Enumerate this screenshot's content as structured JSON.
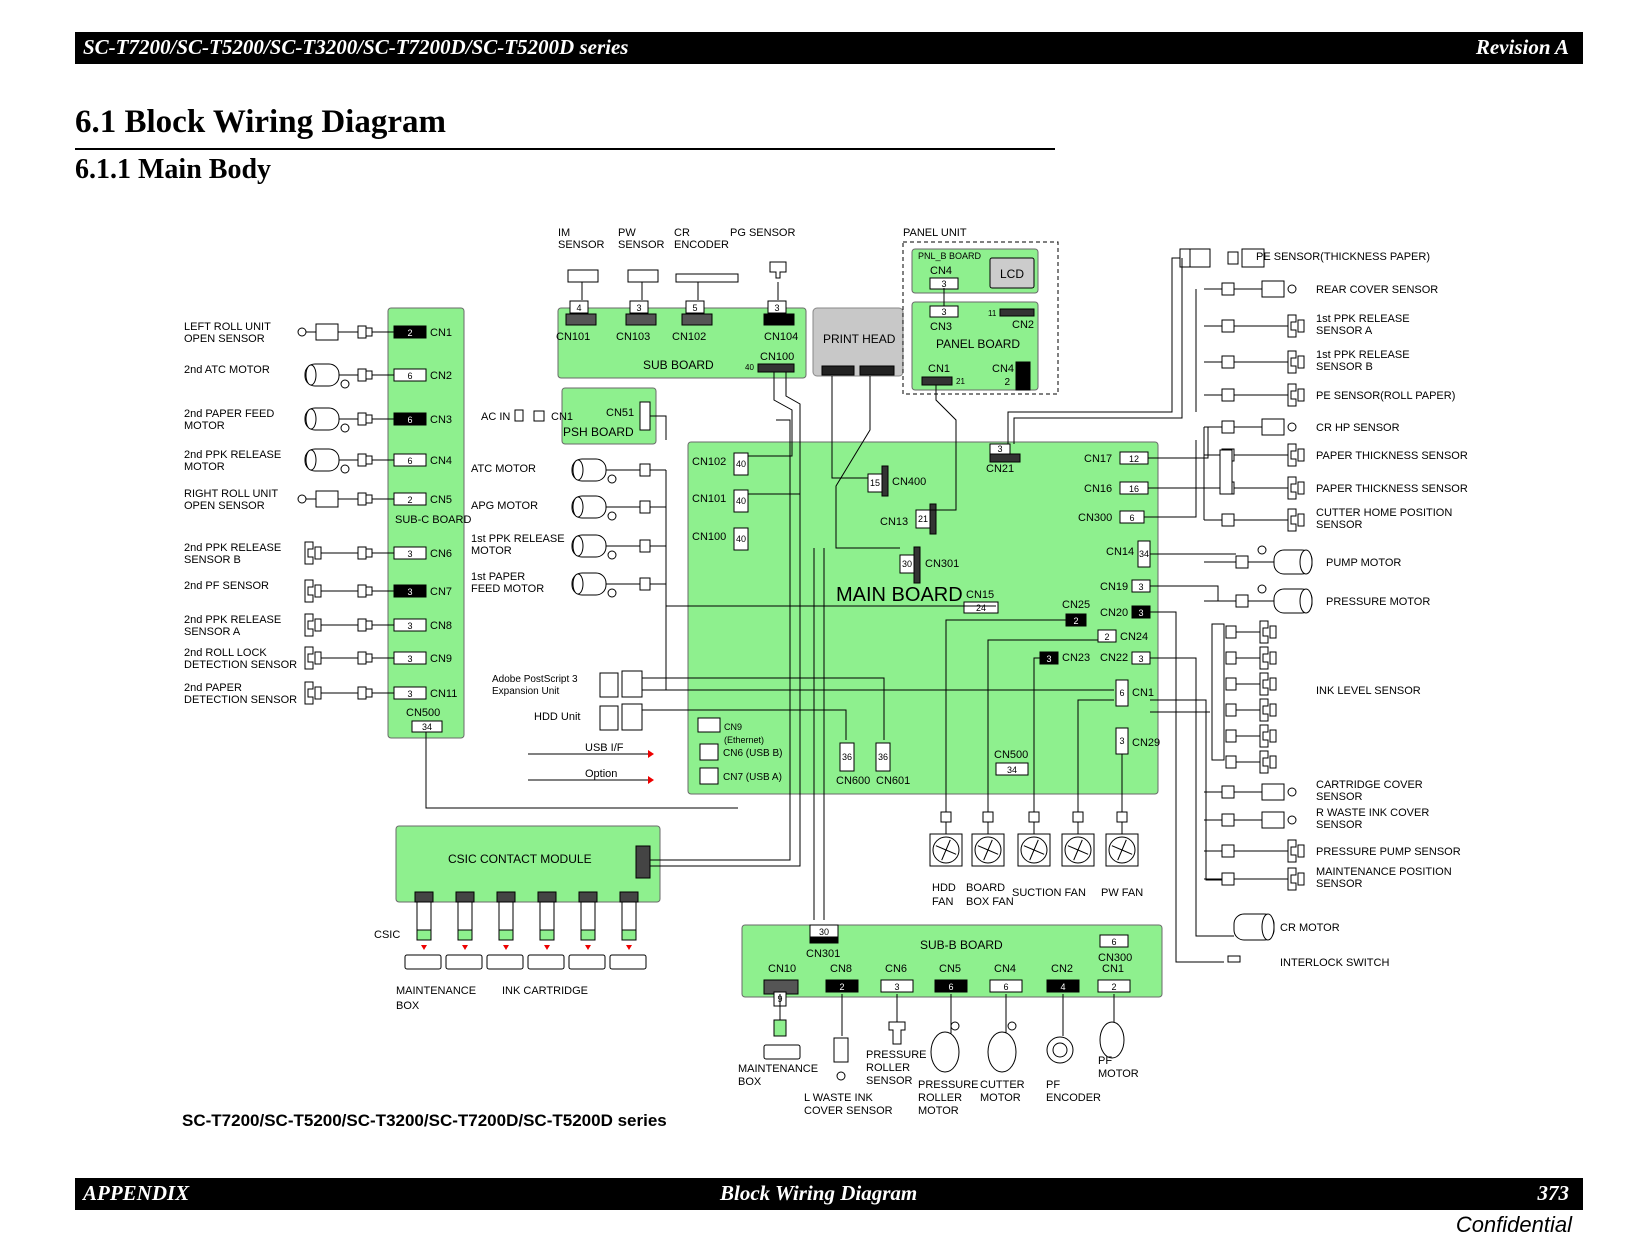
{
  "header": {
    "left": "SC-T7200/SC-T5200/SC-T3200/SC-T7200D/SC-T5200D series",
    "right": "Revision A"
  },
  "title": "6.1  Block Wiring Diagram",
  "subtitle": "6.1.1  Main Body",
  "caption": "SC-T7200/SC-T5200/SC-T3200/SC-T7200D/SC-T5200D series",
  "footer": {
    "left": "APPENDIX",
    "center": "Block Wiring Diagram",
    "page": "373",
    "confidential": "Confidential"
  },
  "colors": {
    "board_fill": "#8ef08e",
    "black_pin": "#000000",
    "print_head_fill": "#c8c8c8"
  },
  "boards": {
    "sub_c": "SUB-C BOARD",
    "sub": "SUB BOARD",
    "psh": "PSH BOARD",
    "print_head": "PRINT HEAD",
    "panel_unit": "PANEL UNIT",
    "pnl_b": "PNL_B BOARD",
    "lcd": "LCD",
    "panel_board": "PANEL BOARD",
    "main": "MAIN BOARD",
    "csic_module": "CSIC CONTACT MODULE",
    "sub_b": "SUB-B BOARD"
  },
  "sub_c_connectors": [
    {
      "cn": "CN1",
      "pins": "2",
      "black": true,
      "label1": "LEFT ROLL UNIT",
      "label2": "OPEN SENSOR",
      "kind": "sensor"
    },
    {
      "cn": "CN2",
      "pins": "6",
      "black": false,
      "label1": "2nd ATC MOTOR",
      "label2": "",
      "kind": "motor"
    },
    {
      "cn": "CN3",
      "pins": "6",
      "black": true,
      "label1": "2nd PAPER FEED",
      "label2": "MOTOR",
      "kind": "motor"
    },
    {
      "cn": "CN4",
      "pins": "6",
      "black": false,
      "label1": "2nd PPK RELEASE",
      "label2": "MOTOR",
      "kind": "motor"
    },
    {
      "cn": "CN5",
      "pins": "2",
      "black": false,
      "label1": "RIGHT ROLL UNIT",
      "label2": "OPEN SENSOR",
      "kind": "sensor"
    },
    {
      "cn": "CN6",
      "pins": "3",
      "black": false,
      "label1": "2nd PPK RELEASE",
      "label2": "SENSOR B",
      "kind": "photo"
    },
    {
      "cn": "CN7",
      "pins": "3",
      "black": true,
      "label1": "2nd PF SENSOR",
      "label2": "",
      "kind": "photo"
    },
    {
      "cn": "CN8",
      "pins": "3",
      "black": false,
      "label1": "2nd PPK RELEASE",
      "label2": "SENSOR A",
      "kind": "photo"
    },
    {
      "cn": "CN9",
      "pins": "3",
      "black": false,
      "label1": "2nd ROLL LOCK",
      "label2": "DETECTION SENSOR",
      "kind": "photo"
    },
    {
      "cn": "CN11",
      "pins": "3",
      "black": false,
      "label1": "2nd PAPER",
      "label2": "DETECTION SENSOR",
      "kind": "photo"
    }
  ],
  "sub_c_cn500": {
    "cn": "CN500",
    "pins": "34"
  },
  "sub_board": {
    "sensors": [
      {
        "label1": "IM",
        "label2": "SENSOR"
      },
      {
        "label1": "PW",
        "label2": "SENSOR"
      },
      {
        "label1": "CR",
        "label2": "ENCODER"
      },
      {
        "label1": "PG SENSOR",
        "label2": ""
      }
    ],
    "connectors": [
      {
        "cn": "CN101",
        "pins": "4",
        "black": false
      },
      {
        "cn": "CN103",
        "pins": "3",
        "black": false
      },
      {
        "cn": "CN102",
        "pins": "5",
        "black": false
      },
      {
        "cn": "CN104",
        "pins": "3",
        "black": true
      }
    ],
    "cn100": {
      "cn": "CN100",
      "pins": "40"
    }
  },
  "psh": {
    "ac_in": "AC IN",
    "cn1": "CN1",
    "cn51": "CN51"
  },
  "panel": {
    "pnl_cn4": "CN4",
    "pnl_cn4_pins": "3",
    "cn3": "CN3",
    "cn3_pins": "3",
    "cn2": "CN2",
    "cn2_pins": "11",
    "cn1": "CN1",
    "cn1_pins": "21",
    "cn4": "CN4",
    "cn4_pins": "2"
  },
  "main_motors": [
    {
      "label1": "ATC MOTOR",
      "label2": ""
    },
    {
      "label1": "APG MOTOR",
      "label2": ""
    },
    {
      "label1": "1st PPK RELEASE",
      "label2": "MOTOR"
    },
    {
      "label1": "1st PAPER",
      "label2": "FEED MOTOR"
    }
  ],
  "main": {
    "cn102": "CN102",
    "cn102_pins": "40",
    "cn101": "CN101",
    "cn101_pins": "40",
    "cn100": "CN100",
    "cn100_pins": "40",
    "cn400": "CN400",
    "cn400_pins": "15",
    "cn13": "CN13",
    "cn13_pins": "21",
    "cn301": "CN301",
    "cn301_pins": "30",
    "cn15": "CN15",
    "cn15_pins": "24",
    "cn21": "CN21",
    "cn21_pins": "3",
    "cn17": "CN17",
    "cn17_pins": "12",
    "cn16": "CN16",
    "cn16_pins": "16",
    "cn300": "CN300",
    "cn300_pins": "6",
    "cn14": "CN14",
    "cn14_pins": "34",
    "cn19": "CN19",
    "cn19_pins": "3",
    "cn20": "CN20",
    "cn20_pins": "3",
    "cn25": "CN25",
    "cn25_pins": "2",
    "cn24": "CN24",
    "cn24_pins": "2",
    "cn23": "CN23",
    "cn23_pins": "3",
    "cn22": "CN22",
    "cn22_pins": "3",
    "cn1": "CN1",
    "cn1_pins": "6",
    "cn29": "CN29",
    "cn29_pins": "3",
    "cn9": "CN9",
    "cn9_sub": "(Ethernet)",
    "cn6": "CN6 (USB B)",
    "cn7": "CN7 (USB A)",
    "cn600": "CN600",
    "cn600_pins": "36",
    "cn601": "CN601",
    "cn601_pins": "36",
    "cn500": "CN500",
    "cn500_pins": "34",
    "postscript1": "Adobe PostScript 3",
    "postscript2": "Expansion Unit",
    "hdd": "HDD Unit",
    "usb_if": "USB I/F",
    "option": "Option"
  },
  "right_parts": [
    {
      "label1": "PE SENSOR(THICKNESS PAPER)",
      "label2": ""
    },
    {
      "label1": "REAR COVER SENSOR",
      "label2": ""
    },
    {
      "label1": "1st PPK RELEASE",
      "label2": "SENSOR A"
    },
    {
      "label1": "1st PPK RELEASE",
      "label2": "SENSOR B"
    },
    {
      "label1": "PE SENSOR(ROLL PAPER)",
      "label2": ""
    },
    {
      "label1": "CR HP SENSOR",
      "label2": ""
    },
    {
      "label1": "PAPER THICKNESS SENSOR",
      "label2": ""
    },
    {
      "label1": "PAPER THICKNESS SENSOR",
      "label2": ""
    },
    {
      "label1": "CUTTER HOME POSITION",
      "label2": "SENSOR"
    },
    {
      "label1": "PUMP MOTOR",
      "label2": ""
    },
    {
      "label1": "PRESSURE MOTOR",
      "label2": ""
    },
    {
      "label1": "INK LEVEL SENSOR",
      "label2": ""
    },
    {
      "label1": "CARTRIDGE COVER",
      "label2": "SENSOR"
    },
    {
      "label1": "R WASTE INK COVER",
      "label2": "SENSOR"
    },
    {
      "label1": "PRESSURE PUMP SENSOR",
      "label2": ""
    },
    {
      "label1": "MAINTENANCE POSITION",
      "label2": "SENSOR"
    },
    {
      "label1": "CR MOTOR",
      "label2": ""
    },
    {
      "label1": "INTERLOCK SWITCH",
      "label2": ""
    }
  ],
  "fans": [
    {
      "label1": "HDD",
      "label2": "FAN"
    },
    {
      "label1": "BOARD",
      "label2": "BOX FAN"
    },
    {
      "label1": "SUCTION FAN",
      "label2": ""
    },
    {
      "label1": "PW FAN",
      "label2": ""
    }
  ],
  "csic": {
    "csic_label": "CSIC",
    "maint1": "MAINTENANCE",
    "maint2": "BOX",
    "ink": "INK CARTRIDGE"
  },
  "sub_b": {
    "cn301": "CN301",
    "cn301_pins": "30",
    "cn300": "CN300",
    "cn300_pins": "6",
    "connectors": [
      {
        "cn": "CN10",
        "pins": "9",
        "black": false
      },
      {
        "cn": "CN8",
        "pins": "2",
        "black": true
      },
      {
        "cn": "CN6",
        "pins": "3",
        "black": false
      },
      {
        "cn": "CN5",
        "pins": "6",
        "black": true
      },
      {
        "cn": "CN4",
        "pins": "6",
        "black": false
      },
      {
        "cn": "CN2",
        "pins": "4",
        "black": true
      },
      {
        "cn": "CN1",
        "pins": "2",
        "black": false
      }
    ],
    "parts": [
      {
        "lines": [
          "MAINTENANCE",
          "BOX"
        ]
      },
      {
        "lines": [
          "L WASTE INK",
          "COVER SENSOR"
        ]
      },
      {
        "lines": [
          "PRESSURE",
          "ROLLER",
          "SENSOR"
        ]
      },
      {
        "lines": [
          "PRESSURE",
          "ROLLER",
          "MOTOR"
        ]
      },
      {
        "lines": [
          "CUTTER",
          "MOTOR"
        ]
      },
      {
        "lines": [
          "PF",
          "ENCODER"
        ]
      },
      {
        "lines": [
          "PF",
          "MOTOR"
        ]
      }
    ]
  }
}
